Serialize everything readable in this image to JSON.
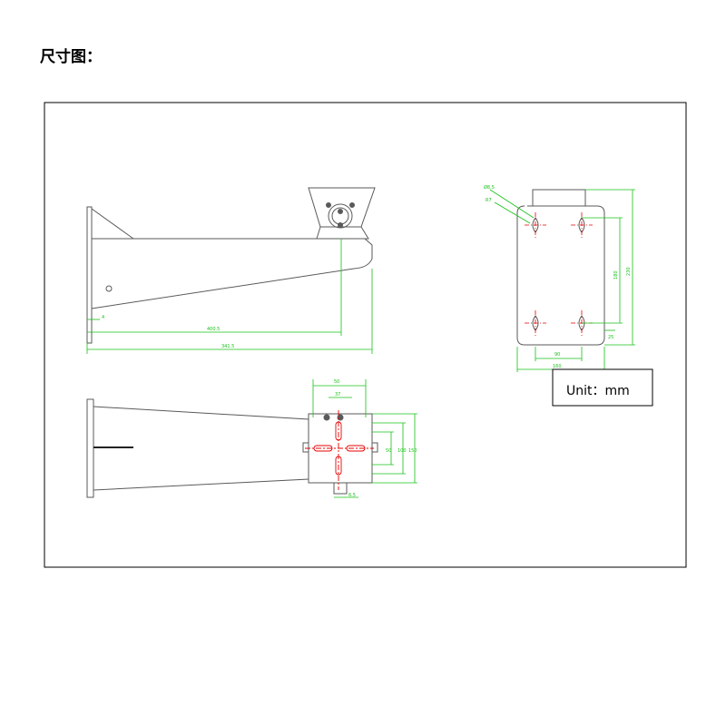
{
  "header": {
    "title": "尺寸图："
  },
  "unit_box": {
    "label": "Unit：mm"
  },
  "colors": {
    "outline": "#5a5a5a",
    "dimension": "#17c217",
    "centerline": "#e60000",
    "frame": "#000000"
  },
  "side_view": {
    "dims": {
      "inner_length": "400.5",
      "total_length": "341.5",
      "flange": "4"
    }
  },
  "back_view": {
    "dims": {
      "hole_dia": "Ø8.5",
      "radius": "R7",
      "width": "90",
      "outer_width": "160",
      "hole_spacing": "180",
      "height": "230",
      "edge": "25"
    }
  },
  "top_view": {
    "dims": {
      "width_top": "50",
      "spacing_top": "37",
      "h1": "50",
      "h2": "100",
      "h3": "150",
      "bottom": "6.5"
    }
  }
}
